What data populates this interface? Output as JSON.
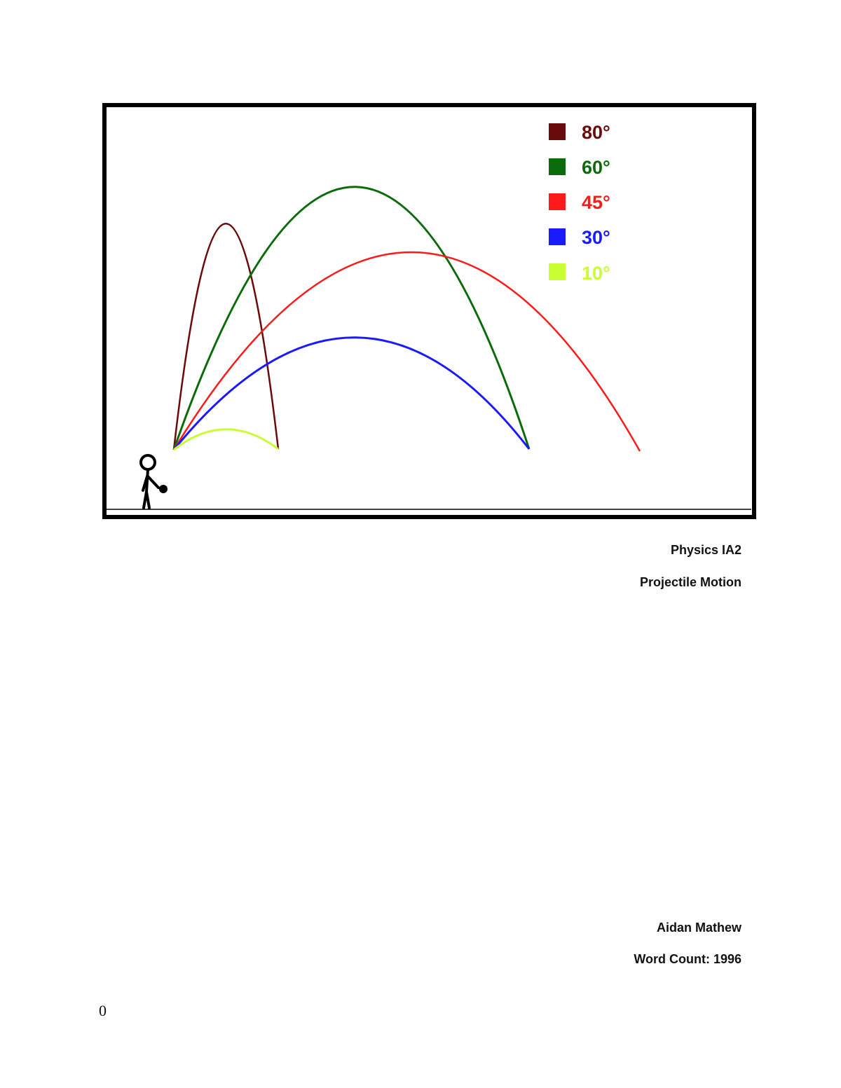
{
  "figure": {
    "legend": [
      {
        "label": "80°",
        "color": "#6b0a0a"
      },
      {
        "label": "60°",
        "color": "#0b6b0b"
      },
      {
        "label": "45°",
        "color": "#ff1a1a"
      },
      {
        "label": "30°",
        "color": "#1a1aff"
      },
      {
        "label": "10°",
        "color": "#c8ff33"
      }
    ],
    "icons": [
      "stick-figure-icon",
      "ball-icon"
    ]
  },
  "cover": {
    "course": "Physics IA2",
    "topic": "Projectile Motion",
    "author": "Aidan Mathew",
    "word_count": "Word Count: 1996"
  },
  "page_number": "0"
}
